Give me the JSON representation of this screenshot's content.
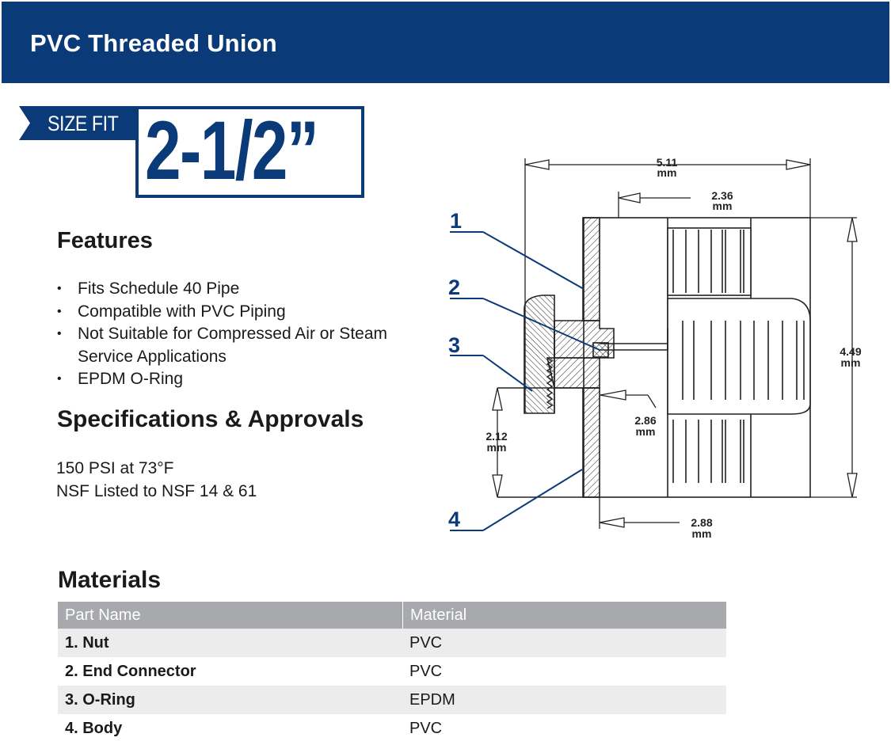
{
  "header": {
    "title": "PVC Threaded Union"
  },
  "size": {
    "label": "SIZE FIT",
    "value": "2-1/2”"
  },
  "features": {
    "title": "Features",
    "items": [
      "Fits Schedule 40 Pipe",
      "Compatible with PVC Piping",
      "Not Suitable for Compressed Air or Steam Service Applications",
      "EPDM O-Ring"
    ]
  },
  "specifications": {
    "title": "Specifications & Approvals",
    "lines": [
      "150 PSI at 73°F",
      "NSF Listed to NSF 14 & 61"
    ]
  },
  "diagram": {
    "callouts": [
      "1",
      "2",
      "3",
      "4"
    ],
    "dimensions": {
      "overall_length": {
        "value": "5.11",
        "unit": "mm"
      },
      "end_connector_length": {
        "value": "2.36",
        "unit": "mm"
      },
      "height": {
        "value": "4.49",
        "unit": "mm"
      },
      "inner_diameter": {
        "value": "2.86",
        "unit": "mm"
      },
      "socket_depth": {
        "value": "2.12",
        "unit": "mm"
      },
      "body_length": {
        "value": "2.88",
        "unit": "mm"
      }
    },
    "accent_color": "#0b3a78"
  },
  "materials": {
    "title": "Materials",
    "headers": [
      "Part Name",
      "Material"
    ],
    "rows": [
      {
        "part": "1. Nut",
        "material": "PVC"
      },
      {
        "part": "2. End Connector",
        "material": "PVC"
      },
      {
        "part": "3. O-Ring",
        "material": "EPDM"
      },
      {
        "part": "4. Body",
        "material": "PVC"
      }
    ]
  },
  "colors": {
    "brand": "#0b3a78",
    "table_header": "#a7a9ac",
    "row_alt": "#ececec"
  }
}
